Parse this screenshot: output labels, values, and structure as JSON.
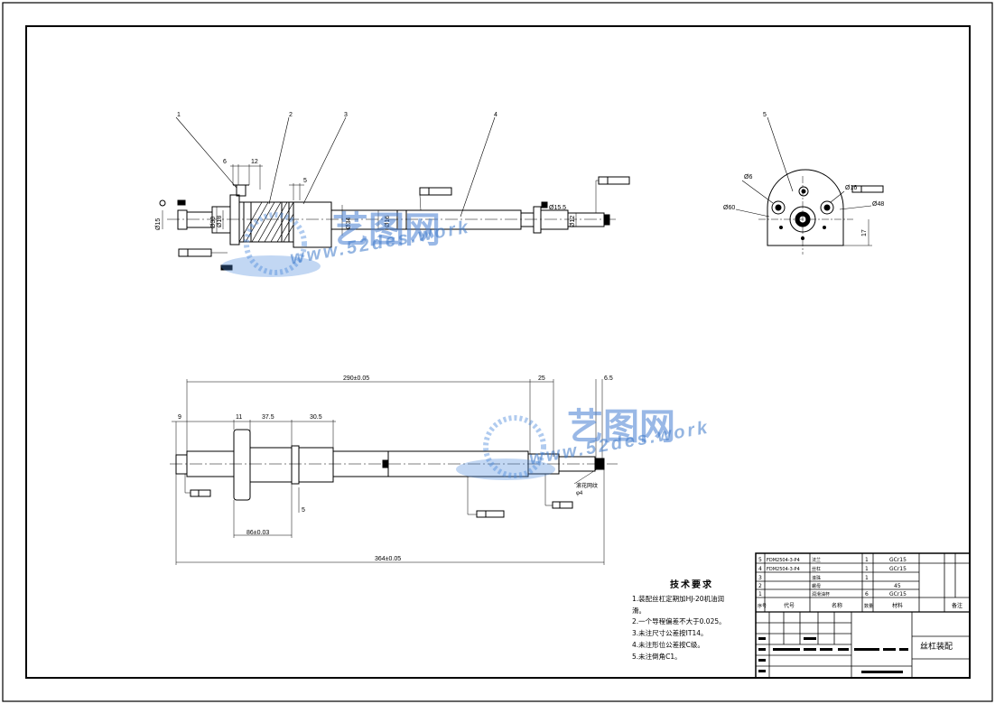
{
  "parts": {
    "p1": "1",
    "p2": "2",
    "p3": "3",
    "p4": "4",
    "p5": "5"
  },
  "top_dims": {
    "d6": "6",
    "d12": "12",
    "d5": "5",
    "dia15": "Ø15",
    "dia30": "Ø30",
    "dia18": "Ø18",
    "dia34": "Ø34",
    "dia16": "Ø16",
    "dia12": "Ø12",
    "dia155": "Ø15.5"
  },
  "side_dims": {
    "d6": "Ø6",
    "d60": "Ø60",
    "d16": "Ø16",
    "d48": "Ø48",
    "d17": "17"
  },
  "bottom_dims": {
    "d290": "290±0.05",
    "d25": "25",
    "d65": "6.5",
    "d9": "9",
    "d11": "11",
    "d375": "37.5",
    "d305": "30.5",
    "d5": "5",
    "d86": "86±0.03",
    "d364": "364±0.05",
    "note_thread": "滚花网纹",
    "note_m4": "φ4"
  },
  "tech": {
    "title": "技术要求",
    "line1": "1.装配丝杠定期加HJ-20机油润",
    "line1b": "滑。",
    "line2": "2.一个导程偏差不大于0.025。",
    "line3": "3.未注尺寸公差按IT14。",
    "line4": "4.未注形位公差按C级。",
    "line5": "5.未注倒角C1。"
  },
  "titleblock": {
    "rows": [
      {
        "no": "5",
        "code": "FDM2504-3-P4",
        "name": "法兰",
        "qty": "1",
        "mat": "GCr15"
      },
      {
        "no": "4",
        "code": "FDM2504-3-P4",
        "name": "丝杠",
        "qty": "1",
        "mat": "GCr15"
      },
      {
        "no": "3",
        "code": "",
        "name": "滚珠",
        "qty": "1",
        "mat": ""
      },
      {
        "no": "2",
        "code": "",
        "name": "螺母",
        "qty": "",
        "mat": "45"
      },
      {
        "no": "1",
        "code": "",
        "name": "润滑油杯",
        "qty": "6",
        "mat": "GCr15"
      }
    ],
    "hdr_no": "序号",
    "hdr_code": "代号",
    "hdr_name": "名称",
    "hdr_qty": "数量",
    "hdr_mat": "材料",
    "hdr_remark": "备注",
    "title": "丝杠装配"
  },
  "watermark": {
    "cn": "艺图网",
    "url": "www.52des.work"
  }
}
